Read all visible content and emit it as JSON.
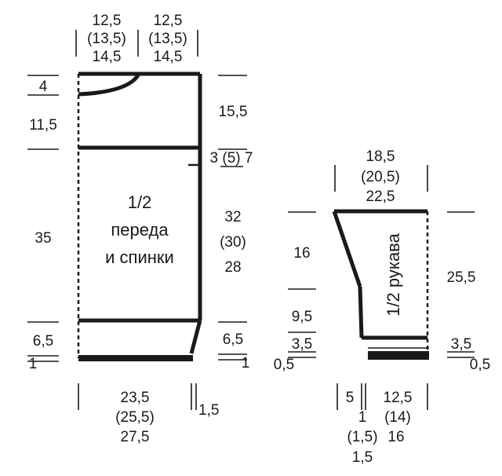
{
  "body_piece": {
    "title_line1": "1/2",
    "title_line2": "переда",
    "title_line3": "и спинки",
    "top_left_width": [
      "12,5",
      "(13,5)",
      "14,5"
    ],
    "top_right_width": [
      "12,5",
      "(13,5)",
      "14,5"
    ],
    "neck_depth": "4",
    "armhole_left": "11,5",
    "body_left": "35",
    "hem_left": "6,5",
    "rib_left": "1",
    "shoulder_right": "15,5",
    "armhole_step": "3 (5) 7",
    "side_right": [
      "32",
      "(30)",
      "28"
    ],
    "hem_right": "6,5",
    "rib_right": "1",
    "bottom_width": [
      "23,5",
      "(25,5)",
      "27,5"
    ],
    "bottom_side": "1,5"
  },
  "sleeve_piece": {
    "title": "1/2 рукава",
    "top_width": [
      "18,5",
      "(20,5)",
      "22,5"
    ],
    "upper_left": "16",
    "lower_left": "9,5",
    "cuff_left": "3,5",
    "cuff_rib_left": "0,5",
    "right_height": "25,5",
    "cuff_right": "3,5",
    "cuff_rib_right": "0,5",
    "bottom_left": "5",
    "bottom_left_extra": [
      "1",
      "(1,5)",
      "1,5"
    ],
    "bottom_right": [
      "12,5",
      "(14)",
      "16"
    ]
  }
}
